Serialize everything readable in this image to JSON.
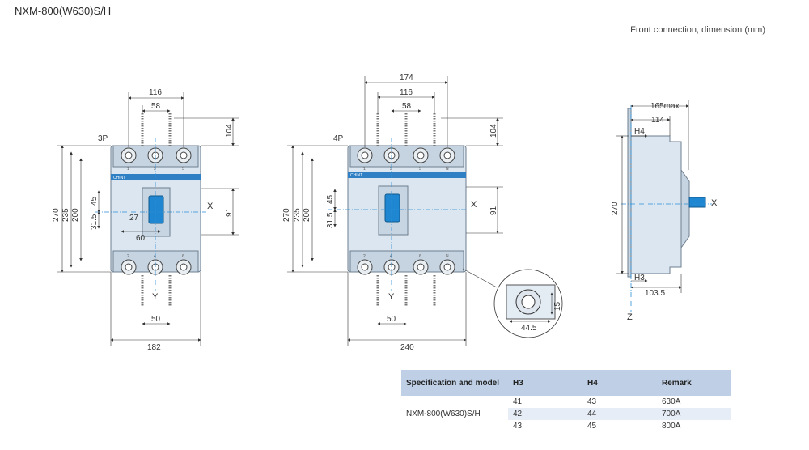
{
  "header": {
    "title": "NXM-800(W630)S/H",
    "subtitle": "Front connection, dimension (mm)"
  },
  "views": {
    "three_pole": {
      "label": "3P",
      "dims": {
        "overall_width": "182",
        "terminal_span": "116",
        "pole_pitch": "58",
        "top_height": "104",
        "height_270": "270",
        "height_235": "235",
        "height_200": "200",
        "d45": "45",
        "d31_5": "31.5",
        "d60": "60",
        "d91": "91",
        "d50": "50",
        "d27": "27"
      },
      "axis_x": "X",
      "axis_y": "Y",
      "terminals_top": [
        "1",
        "3",
        "5"
      ],
      "terminals_bottom": [
        "2",
        "4",
        "6"
      ]
    },
    "four_pole": {
      "label": "4P",
      "dims": {
        "overall_width": "240",
        "span_174": "174",
        "terminal_span": "116",
        "pole_pitch": "58",
        "top_height": "104",
        "height_270": "270",
        "height_235": "235",
        "height_200": "200",
        "d45": "45",
        "d31_5": "31.5",
        "d91": "91",
        "d50": "50"
      },
      "axis_x": "X",
      "axis_y": "Y",
      "terminals_top": [
        "1",
        "3",
        "5",
        "N"
      ],
      "terminals_bottom": [
        "2",
        "4",
        "6",
        "N"
      ]
    },
    "side": {
      "dims": {
        "max_depth": "165max",
        "d114": "114",
        "h4": "H4",
        "h3": "H3",
        "d103_5": "103.5",
        "height_270": "270"
      },
      "axis_x": "X",
      "axis_z": "Z"
    },
    "detail": {
      "d44_5": "44.5",
      "d15": "15"
    }
  },
  "brand": "CHINT",
  "table": {
    "headers": [
      "Specification and model",
      "H3",
      "H4",
      "Remark"
    ],
    "model": "NXM-800(W630)S/H",
    "rows": [
      {
        "h3": "41",
        "h4": "43",
        "remark": "630A"
      },
      {
        "h3": "42",
        "h4": "44",
        "remark": "700A"
      },
      {
        "h3": "43",
        "h4": "45",
        "remark": "800A"
      }
    ]
  },
  "colors": {
    "body": "#dbe6f0",
    "body_stroke": "#6d7f90",
    "handle": "#1f86d1",
    "centerline": "#2d8fd6",
    "table_header": "#bfd0e6"
  }
}
